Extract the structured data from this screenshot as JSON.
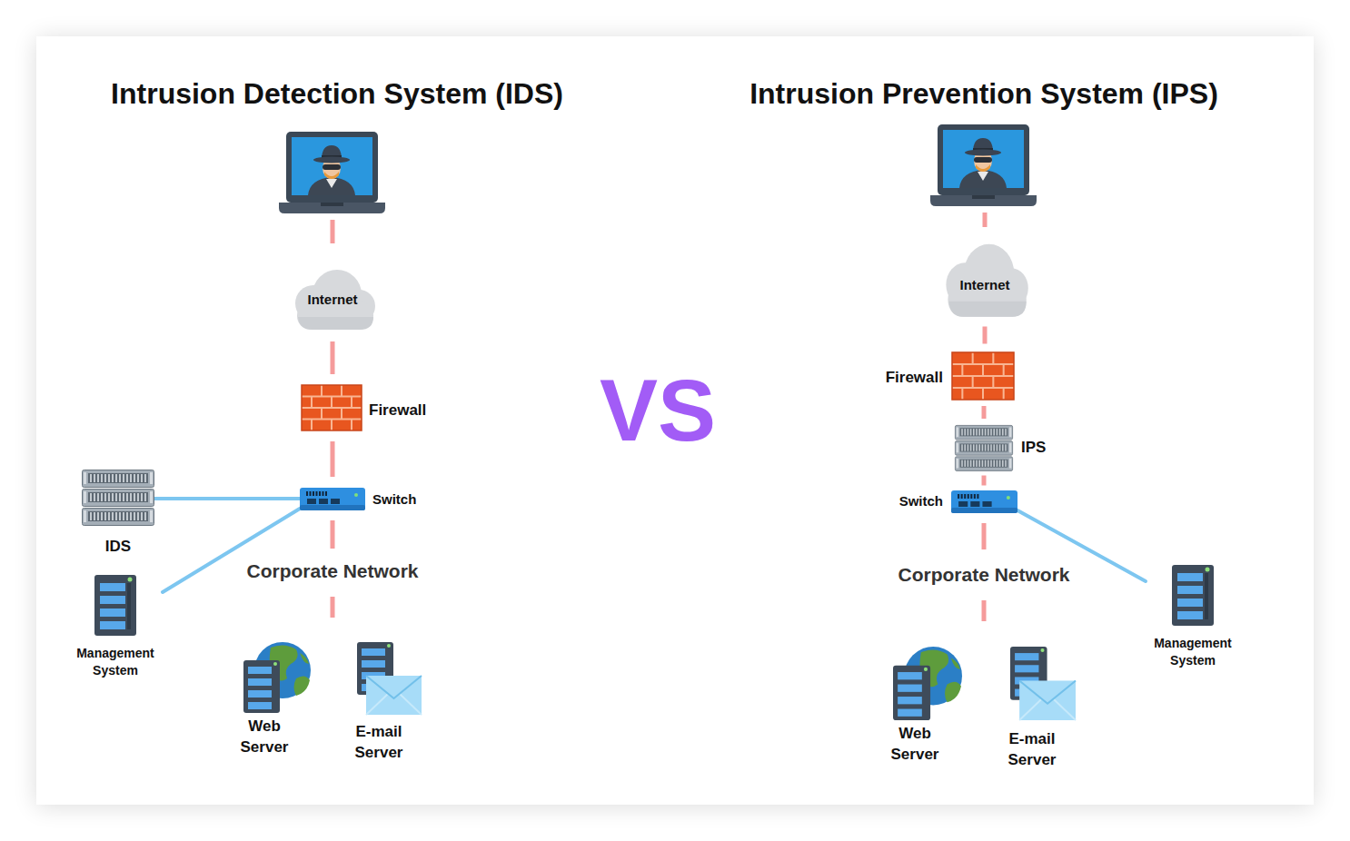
{
  "diagram": {
    "nodes": [
      {
        "text": [
          "Internet"
        ]
      },
      {
        "text": [
          "Firewall"
        ]
      },
      {
        "text": [
          "Switch"
        ]
      },
      {
        "text": [
          "IDS"
        ]
      },
      {
        "text": [
          "Management System"
        ]
      },
      {
        "text": [
          "Web Server"
        ]
      },
      {
        "text": [
          "E-mail Server"
        ]
      },
      {
        "text": [
          "Internet"
        ]
      },
      {
        "text": [
          "Firewall"
        ]
      },
      {
        "text": [
          "IPS"
        ]
      },
      {
        "text": [
          "Switch"
        ]
      },
      {
        "text": [
          "Management System"
        ]
      },
      {
        "text": [
          "Web Server"
        ]
      },
      {
        "text": [
          "E-mail Server"
        ]
      }
    ],
    "edges": [
      {
        "from": 0,
        "to": 1,
        "arrow": "none"
      },
      {
        "from": 1,
        "to": 2,
        "arrow": "none"
      },
      {
        "from": 3,
        "to": 2,
        "arrow": "none"
      },
      {
        "from": 4,
        "to": 2,
        "arrow": "none"
      },
      {
        "from": 7,
        "to": 8,
        "arrow": "none"
      },
      {
        "from": 8,
        "to": 9,
        "arrow": "none"
      },
      {
        "from": 9,
        "to": 10,
        "arrow": "none"
      },
      {
        "from": 10,
        "to": 11,
        "arrow": "none"
      }
    ],
    "labels": [
      "Intrusion Detection System (IDS)",
      "VS",
      "Intrusion Prevention System (IPS)",
      "Corporate Network",
      "Corporate Network"
    ]
  }
}
